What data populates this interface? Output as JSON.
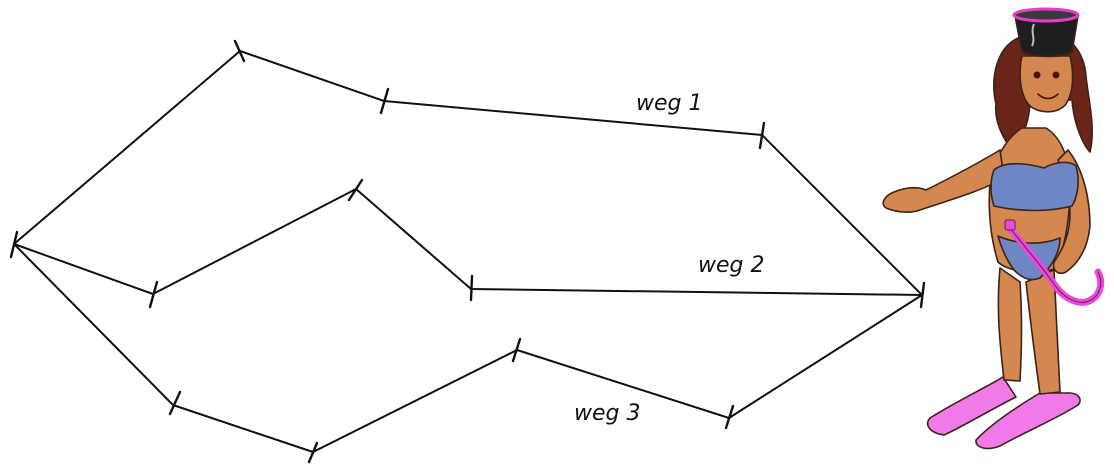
{
  "routes": [
    {
      "label": "weg 1"
    },
    {
      "label": "weg 2"
    },
    {
      "label": "weg 3"
    }
  ],
  "character": {
    "icon": "snorkel-diver-illustration",
    "colors": {
      "skin": "#d4874f",
      "hair": "#6b2418",
      "swimsuit": "#6f86c4",
      "fins": "#f07ae8",
      "mask": "#1e1e1e",
      "mask_rim": "#e040c8",
      "snorkel": "#e84bd8"
    }
  },
  "colors": {
    "line": "#111111",
    "background": "#ffffff"
  }
}
